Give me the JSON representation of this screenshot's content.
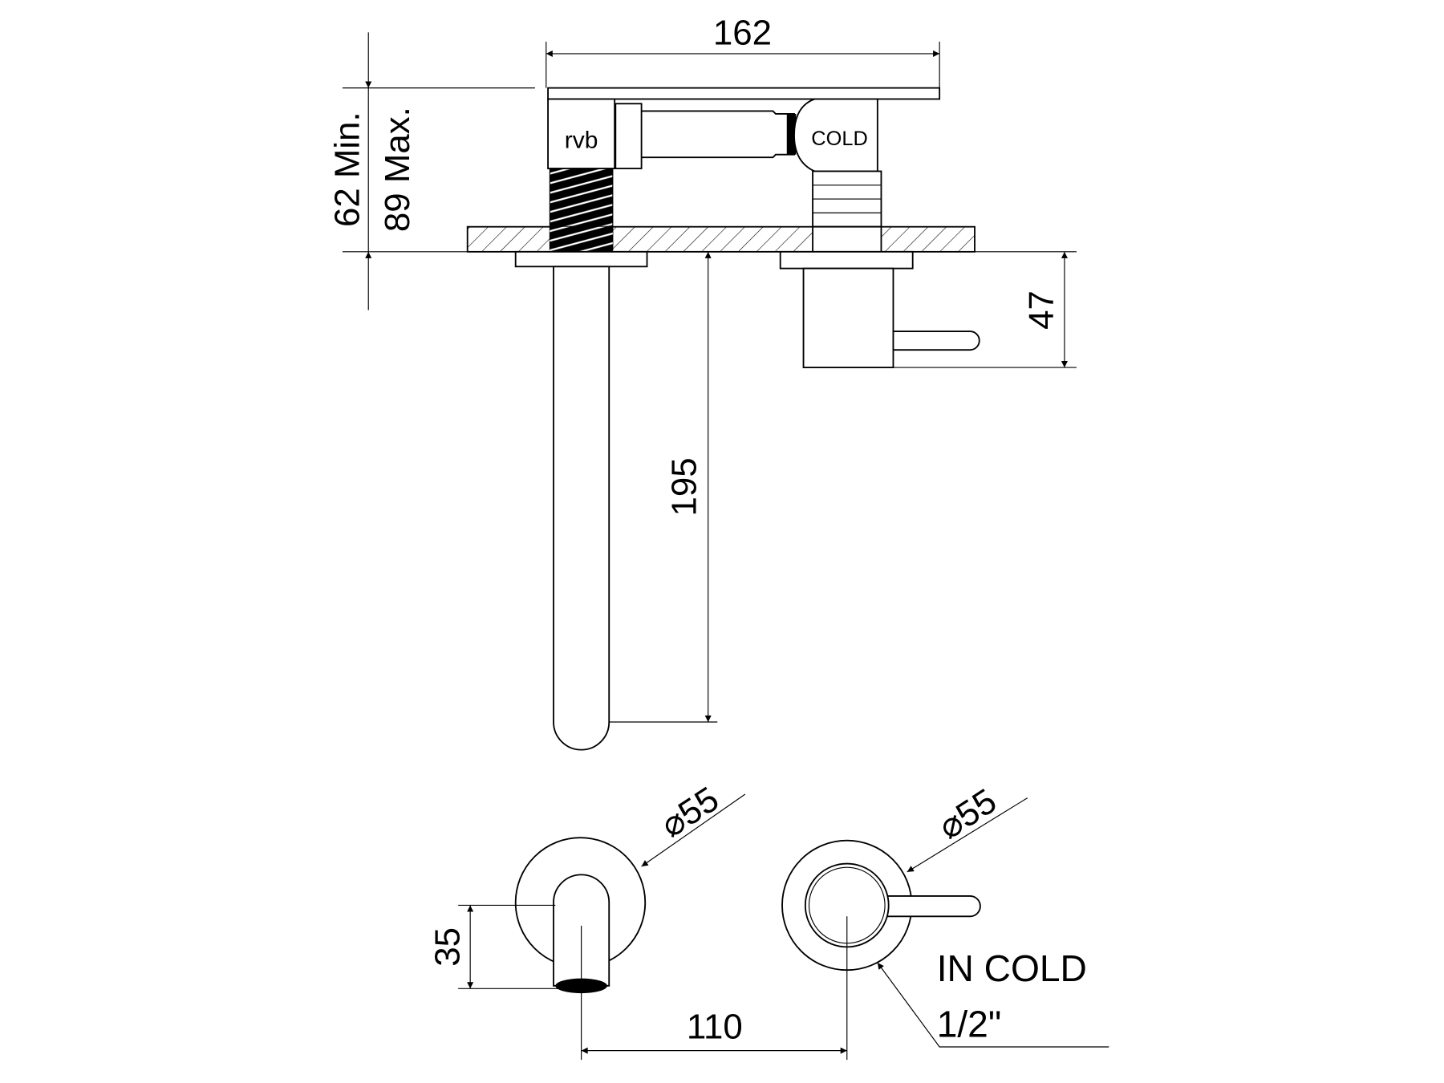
{
  "drawing": {
    "dimensions": {
      "width_top": "162",
      "depth_min": "62 Min.",
      "depth_max": "89 Max.",
      "spout_length": "195",
      "handle_height": "47",
      "flange_dia_left": "⌀55",
      "flange_dia_right": "⌀55",
      "spout_offset": "35",
      "centre_distance": "110"
    },
    "labels": {
      "brand_logo": "rvb",
      "body_label": "COLD",
      "inlet_label": "IN COLD",
      "inlet_size": "1/2\""
    },
    "colors": {
      "line": "#000000",
      "background": "#ffffff"
    }
  }
}
